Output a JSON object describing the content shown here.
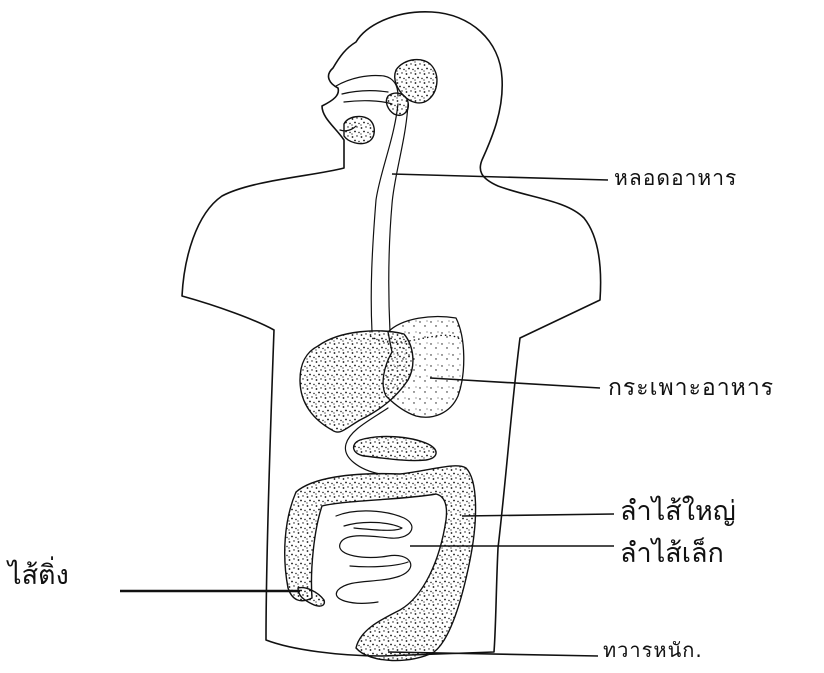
{
  "labels": {
    "esophagus": "หลอดอาหาร",
    "stomach": "กระเพาะอาหาร",
    "large_intestine": "ลำไส้ใหญ่",
    "small_intestine": "ลำไส้เล็ก",
    "appendix": "ไส้ติ่ง",
    "anus": "ทวารหนัก."
  },
  "colors": {
    "ink": "#111111",
    "background": "#ffffff"
  }
}
